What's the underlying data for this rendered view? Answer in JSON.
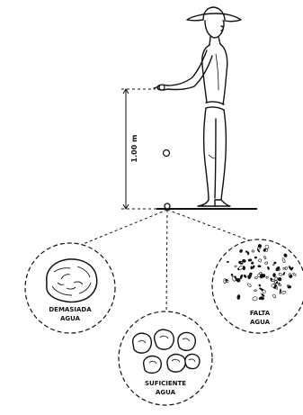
{
  "figure": {
    "height_label": "1.00 m",
    "samples": [
      {
        "label_line1": "DEMASIADA",
        "label_line2": "AGUA"
      },
      {
        "label_line1": "SUFICIENTE",
        "label_line2": "AGUA"
      },
      {
        "label_line1": "FALTA",
        "label_line2": "AGUA"
      }
    ],
    "ink_color": "#111111",
    "background_color": "#ffffff"
  }
}
